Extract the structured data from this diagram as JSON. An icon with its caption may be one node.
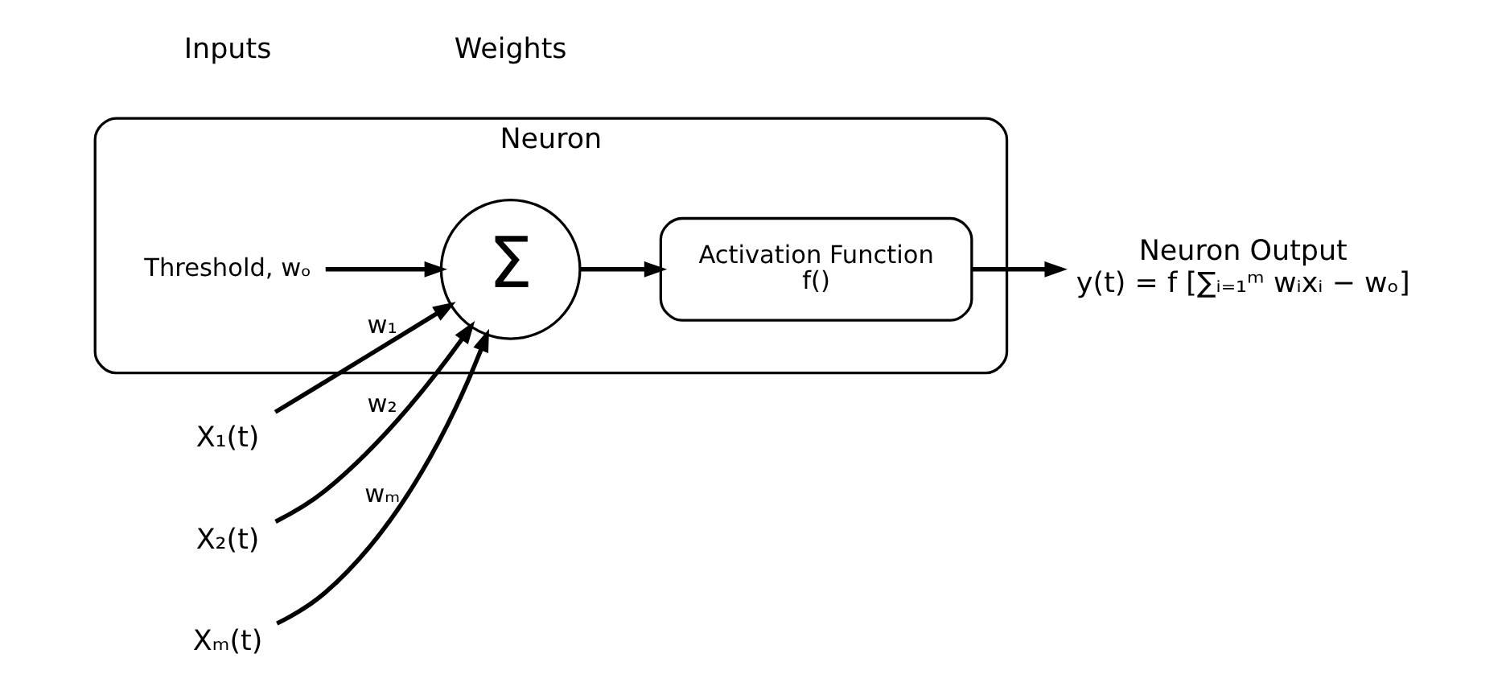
{
  "diagram": {
    "nodes": [
      {
        "text": [
          "Neuron"
        ]
      },
      {
        "text": [
          "X₁(t)"
        ]
      },
      {
        "text": [
          "X₂(t)"
        ]
      },
      {
        "text": [
          "Xₘ(t)"
        ]
      },
      {
        "text": [
          "Threshold, wₒ"
        ],
        "in": 0
      },
      {
        "text": [
          "Σ"
        ],
        "in": 0
      },
      {
        "text": [
          "Activation Function",
          "f()"
        ],
        "in": 0
      },
      {
        "text": [
          "Neuron Output",
          "y(t) = f [∑ᵢ₌₁ᵐ wᵢxᵢ − wₒ]"
        ]
      }
    ],
    "edges": [
      {
        "from": 1,
        "to": 5,
        "arrow": "to",
        "label": "w₁"
      },
      {
        "from": 2,
        "to": 5,
        "arrow": "to",
        "label": "w₂"
      },
      {
        "from": 3,
        "to": 5,
        "arrow": "to",
        "label": "wₘ"
      },
      {
        "from": 4,
        "to": 5,
        "arrow": "to"
      },
      {
        "from": 5,
        "to": 6,
        "arrow": "to"
      },
      {
        "from": 6,
        "to": 7,
        "arrow": "to"
      }
    ],
    "labels": [
      "Inputs",
      "Weights"
    ]
  }
}
